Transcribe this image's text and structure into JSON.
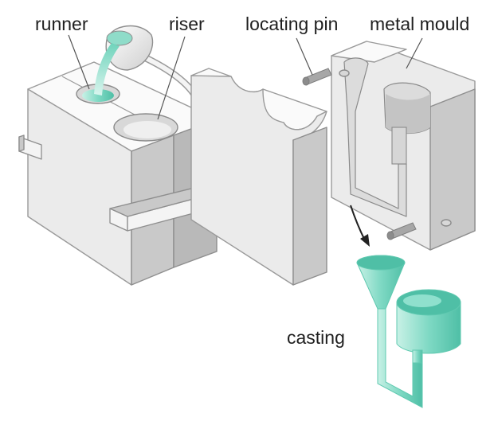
{
  "labels": {
    "runner": "runner",
    "riser": "riser",
    "locating_pin": "locating pin",
    "metal_mould": "metal mould",
    "casting": "casting"
  },
  "colors": {
    "molten_metal": "#7fd9c4",
    "molten_metal_dark": "#4fbfa6",
    "background": "#ffffff",
    "mould_light": "#f5f5f5",
    "mould_shadow": "#c9c9c9"
  }
}
